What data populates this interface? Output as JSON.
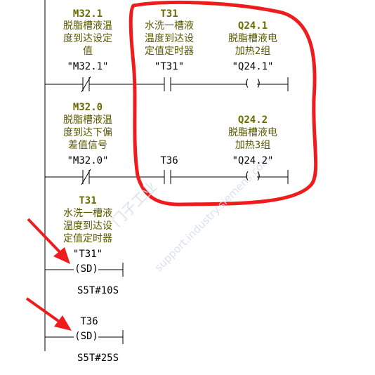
{
  "network1": {
    "contact_m321": {
      "symbol": "M32.1",
      "comment": [
        "脱脂槽液温",
        "度到达设定",
        "值"
      ],
      "address": "\"M32.1\""
    },
    "contact_t31": {
      "symbol": "T31",
      "comment": [
        "水洗一槽液",
        "温度到达设",
        "定值定时器"
      ],
      "address": "\"T31\""
    },
    "coil_q241": {
      "symbol": "Q24.1",
      "comment": [
        "脱脂槽液电",
        "加热2组"
      ],
      "address": "\"Q24.1\""
    },
    "contact_m320": {
      "symbol": "M32.0",
      "comment": [
        "脱脂槽液温",
        "度到达下偏",
        "差值信号"
      ],
      "address": "\"M32.0\""
    },
    "contact_t36": {
      "address": "T36"
    },
    "coil_q242": {
      "symbol": "Q24.2",
      "comment": [
        "脱脂槽液电",
        "加热3组"
      ],
      "address": "\"Q24.2\""
    }
  },
  "network2": {
    "timer_t31": {
      "symbol": "T31",
      "comment": [
        "水洗一槽液",
        "温度到达设",
        "定值定时器"
      ],
      "address": "\"T31\"",
      "box_label": "SD",
      "preset": "S5T#10S"
    },
    "timer_t36": {
      "address": "T36",
      "box_label": "SD",
      "preset": "S5T#25S"
    }
  },
  "coil_symbol": "( )",
  "watermark": {
    "text1": "support.industry.siemens.com",
    "text2": "门子工业"
  },
  "colors": {
    "highlight_red": "#ee1c1c",
    "symbol_olive": "#6b6b00",
    "wire": "#000000",
    "watermark": "#d4dce8"
  }
}
